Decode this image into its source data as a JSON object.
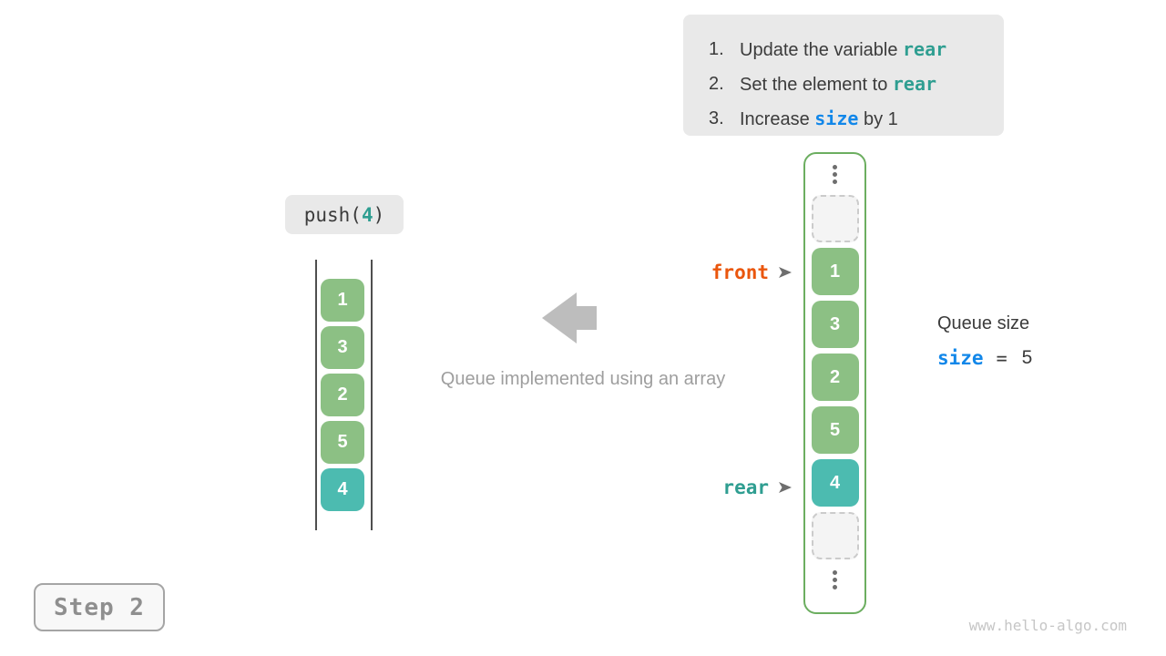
{
  "instructions": {
    "steps": [
      {
        "number": "1.",
        "text_before": "Update the variable ",
        "code": "rear",
        "text_after": ""
      },
      {
        "number": "2.",
        "text_before": "Set the element to ",
        "code": "rear",
        "text_after": ""
      },
      {
        "number": "3.",
        "text_before": "Increase ",
        "code": "size",
        "text_after": " by 1"
      }
    ]
  },
  "push_label": {
    "fn": "push(",
    "arg": "4",
    "close": ")"
  },
  "left_stack": {
    "cells": [
      {
        "value": "1"
      },
      {
        "value": "3"
      },
      {
        "value": "2"
      },
      {
        "value": "5"
      },
      {
        "value": "4"
      }
    ]
  },
  "center": {
    "caption": "Queue implemented using an array"
  },
  "right_array": {
    "front_pointer": {
      "label": "front"
    },
    "rear_pointer": {
      "label": "rear"
    },
    "cells": [
      {
        "value": "1"
      },
      {
        "value": "3"
      },
      {
        "value": "2"
      },
      {
        "value": "5"
      },
      {
        "value": "4"
      }
    ]
  },
  "queue_size": {
    "title": "Queue size",
    "variable": "size",
    "equals": "=",
    "value": "5"
  },
  "step_badge": {
    "label": "Step 2"
  },
  "watermark": {
    "text": "www.hello-algo.com"
  },
  "icons": {
    "direction_arrow": "left-arrow",
    "pointer_arrow": "➤",
    "ellipsis": "⋮"
  },
  "colors": {
    "cell_green": "#8CC084",
    "cell_teal": "#4CBBB0",
    "array_border_green": "#6CAE60",
    "code_teal": "#2F9E91",
    "code_blue": "#1287E9",
    "front_orange": "#EA560D",
    "box_gray": "#E9E9E9",
    "text_dark": "#3B3B3B",
    "text_gray": "#9E9E9E",
    "arrow_gray": "#BDBDBD"
  }
}
